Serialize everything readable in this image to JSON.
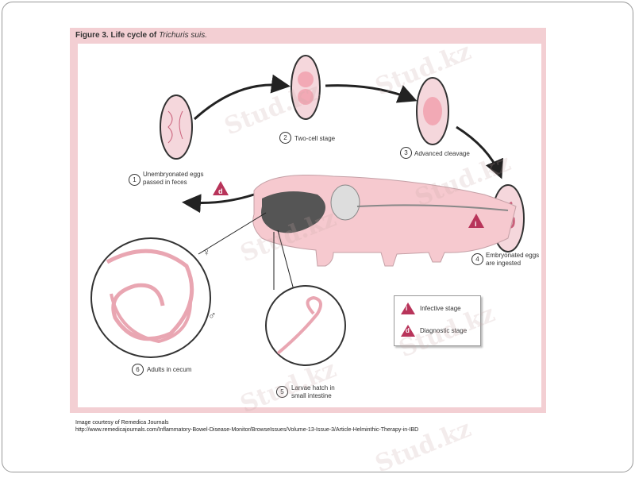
{
  "figure": {
    "title_prefix": "Figure 3.",
    "title_text": "Life cycle of",
    "title_species": "Trichuris suis.",
    "stages": [
      {
        "number": "1",
        "label_line1": "Unembryonated eggs",
        "label_line2": "passed in feces"
      },
      {
        "number": "2",
        "label_line1": "Two-cell stage",
        "label_line2": ""
      },
      {
        "number": "3",
        "label_line1": "Advanced cleavage",
        "label_line2": ""
      },
      {
        "number": "4",
        "label_line1": "Embryonated eggs",
        "label_line2": "are ingested"
      },
      {
        "number": "5",
        "label_line1": "Larvae hatch in",
        "label_line2": "small intestine"
      },
      {
        "number": "6",
        "label_line1": "Adults in cecum",
        "label_line2": ""
      }
    ],
    "markers": {
      "diagnostic": "d",
      "infective": "i",
      "female": "♀",
      "male": "♂"
    },
    "legend": [
      {
        "symbol": "i",
        "label": "Infective stage"
      },
      {
        "symbol": "d",
        "label": "Diagnostic stage"
      }
    ],
    "colors": {
      "frame": "#f3cfd3",
      "accent": "#b8345a",
      "worm": "#e9a6b2",
      "pig": "#f6c9cf"
    }
  },
  "credit": {
    "line1": "Image courtesy of Remedica Journals",
    "line2": "http://www.remedicajournals.com/Inflammatory-Bowel-Disease-Monitor/BrowseIssues/Volume-13-Issue-3/Article-Helminthic-Therapy-in-IBD"
  },
  "watermark": "Stud.kz"
}
